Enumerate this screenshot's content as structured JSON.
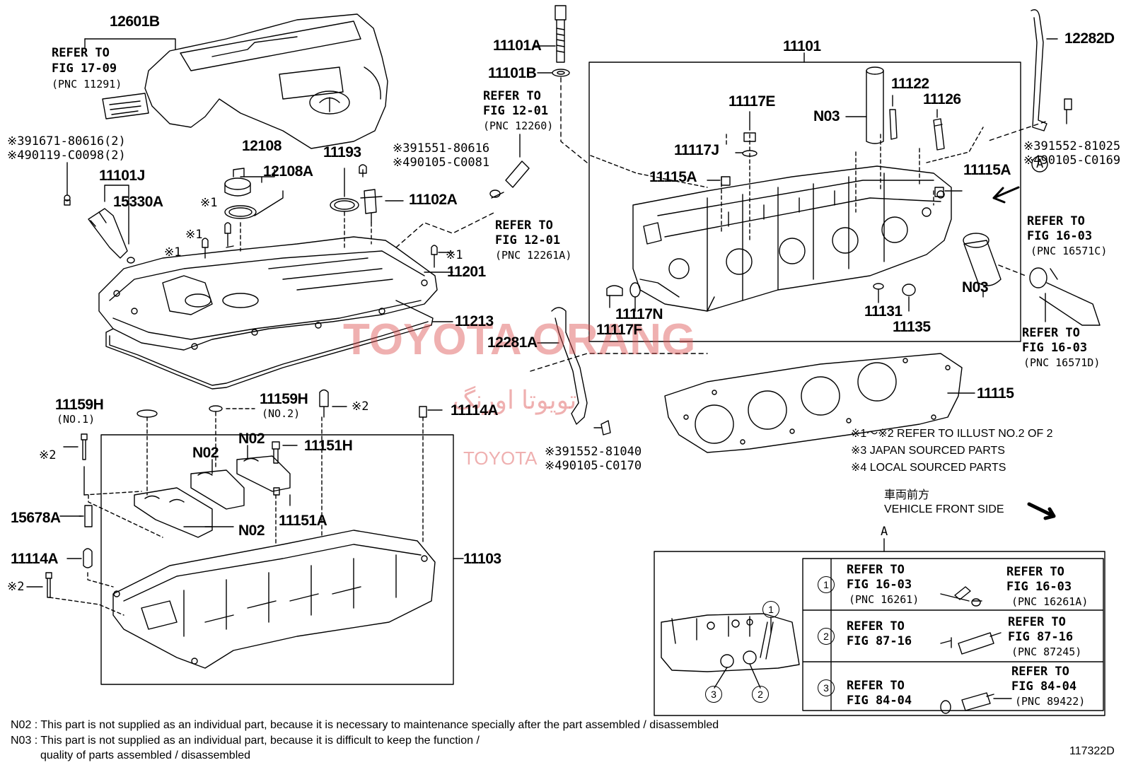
{
  "watermark": {
    "main": "TOYOTA ORANG",
    "persian": "تویوتا اورنگ",
    "sub": "TOYOTA",
    "color": "#dc5050"
  },
  "parts": {
    "p12601B": "12601B",
    "p11101J": "11101J",
    "p15330A": "15330A",
    "p12108": "12108",
    "p12108A": "12108A",
    "p11193": "11193",
    "p11102A": "11102A",
    "p11201": "11201",
    "p11213": "11213",
    "p11101A": "11101A",
    "p11101B": "11101B",
    "p11101": "11101",
    "p11117E": "11117E",
    "p11117J": "11117J",
    "p11115A_l": "11115A",
    "p11115A_r": "11115A",
    "p11122": "11122",
    "p11126": "11126",
    "pN03_top": "N03",
    "pN03_right": "N03",
    "p11117N": "11117N",
    "p11117F": "11117F",
    "p11131": "11131",
    "p11135": "11135",
    "p12282D": "12282D",
    "p12281A": "12281A",
    "p11115": "11115",
    "p11159H_1": "11159H",
    "p11159H_2": "11159H",
    "p11114A_top": "11114A",
    "p11151H": "11151H",
    "p11151A": "11151A",
    "pN02_a": "N02",
    "pN02_b": "N02",
    "pN02_c": "N02",
    "p15678A": "15678A",
    "p11114A_left": "11114A",
    "p11103": "11103"
  },
  "sub_labels": {
    "no1": "(NO.1)",
    "no2": "(NO.2)"
  },
  "marks": {
    "x1": "※1",
    "x2": "※2"
  },
  "refs": {
    "ref_17_09": [
      "REFER TO",
      "FIG 17-09",
      "(PNC 11291)"
    ],
    "ref_12_01a": [
      "REFER TO",
      "FIG 12-01",
      "(PNC 12260)"
    ],
    "ref_12_01b": [
      "REFER TO",
      "FIG 12-01",
      "(PNC 12261A)"
    ],
    "ref_16_03c": [
      "REFER TO",
      "FIG 16-03",
      "(PNC 16571C)"
    ],
    "ref_16_03d": [
      "REFER TO",
      "FIG 16-03",
      "(PNC 16571D)"
    ]
  },
  "codes": {
    "c1a": "※391671-80616(2)",
    "c1b": "※490119-C0098(2)",
    "c2a": "※391551-80616",
    "c2b": "※490105-C0081",
    "c3a": "※391552-81025",
    "c3b": "※490105-C0169",
    "c4a": "※391552-81040",
    "c4b": "※490105-C0170"
  },
  "legend": {
    "l1": "※1～※2  REFER TO ILLUST NO.2 OF 2",
    "l2": "※3 JAPAN SOURCED PARTS",
    "l3": "※4 LOCAL SOURCED PARTS",
    "jp": "車両前方",
    "front": "VEHICLE FRONT SIDE"
  },
  "detail": {
    "marker": "A",
    "rows": [
      {
        "num": "1",
        "left": [
          "REFER TO",
          "FIG 16-03",
          "(PNC 16261)"
        ],
        "right": [
          "REFER TO",
          "FIG 16-03",
          "(PNC 16261A)"
        ]
      },
      {
        "num": "2",
        "left": [
          "REFER TO",
          "FIG 87-16"
        ],
        "right": [
          "REFER TO",
          "FIG 87-16",
          "(PNC 87245)"
        ]
      },
      {
        "num": "3",
        "left": [
          "REFER TO",
          "FIG 84-04"
        ],
        "right": [
          "REFER TO",
          "FIG 84-04",
          "(PNC 89422)"
        ]
      }
    ],
    "callouts": [
      "1",
      "2",
      "3"
    ]
  },
  "footnotes": {
    "n02": "N02 : This part is not supplied as an individual part, because it is necessary to maintenance specially after the part assembled / disassembled",
    "n03a": "N03 : This part is not supplied as an individual part, because it is difficult to keep the function /",
    "n03b": "quality of parts  assembled / disassembled"
  },
  "figure_id": "117322D"
}
